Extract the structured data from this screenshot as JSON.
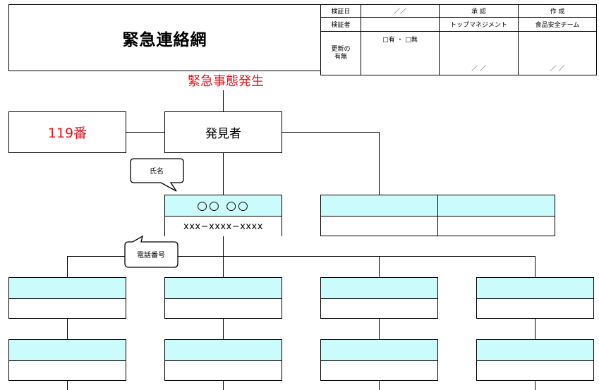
{
  "document": {
    "title": "緊急連絡網",
    "header_table": {
      "verify_date_label": "検証日",
      "verify_date_value": "／／",
      "approval_label": "承 認",
      "author_label": "作 成",
      "verifier_label": "検証者",
      "top_management": "トップマネジメント",
      "food_safety_team": "食品安全チーム",
      "update_label_line1": "更新の",
      "update_label_line2": "有無",
      "update_options": "□有 ・ □無",
      "approval_date": "／ ／",
      "author_date": "／ ／"
    }
  },
  "flowchart": {
    "trigger": "緊急事態発生",
    "emergency_number": "119番",
    "finder": "発見者",
    "first_contact": {
      "name": "○○ ○○",
      "phone": "xxx−xxxx−xxxx"
    },
    "callout_name": "氏名",
    "callout_phone": "電話番号"
  },
  "colors": {
    "emergency_red": "#e8131b",
    "cell_cyan": "#ccfbfc",
    "line": "#000000"
  }
}
